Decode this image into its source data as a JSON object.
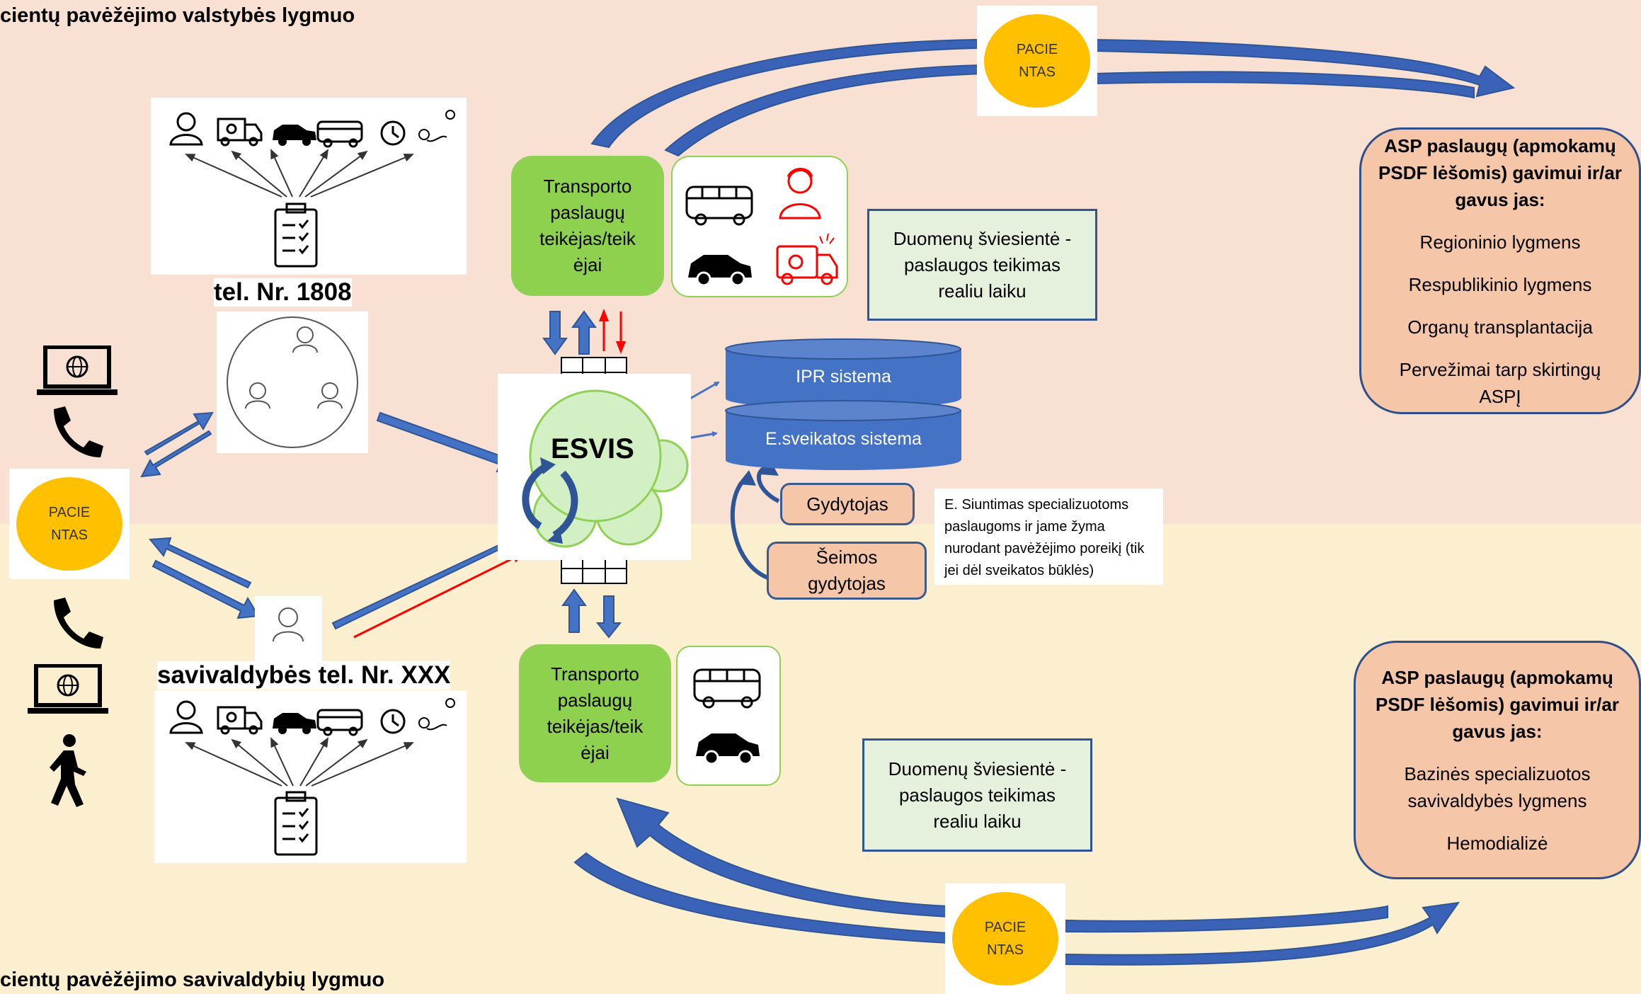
{
  "level_titles": {
    "state": "cientų pavėžėjimo valstybės lygmuo",
    "municipal": "cientų pavėžėjimo savivaldybių lygmuo"
  },
  "patient_label": "PACIE\nNTAS",
  "transport_provider": "Transporto paslaugų teikėjas/teik ėjai",
  "dashboard": "Duomenų šviesientė - paslaugos teikimas realiu laiku",
  "dashboard_top": "Duomenų šviesientė - paslaugos teikimas realiu laiku",
  "phone_state": "tel. Nr. 1808",
  "phone_municipal": "savivaldybės tel. Nr. XXX",
  "esvis": "ESVIS",
  "ipr": "IPR sistema",
  "esveikatos": "E.sveikatos sistema",
  "gydytojas": "Gydytojas",
  "seimos": "Šeimos gydytojas",
  "note": "E. Siuntimas  specializuotoms paslaugoms ir jame žyma nurodant pavėžėjimo poreikį (tik jei dėl sveikatos būklės)",
  "asp_state": {
    "heading": "ASP paslaugų (apmokamų PSDF lėšomis) gavimui ir/ar gavus jas:",
    "items": [
      "Regioninio lygmens",
      "Respublikinio lygmens",
      "Organų transplantacija",
      "Pervežimai tarp skirtingų ASPĮ"
    ]
  },
  "asp_municipal": {
    "heading": "ASP paslaugų (apmokamų PSDF lėšomis) gavimui ir/ar gavus jas:",
    "items": [
      "Bazinės specializuotos savivaldybės lygmens",
      "Hemodializė"
    ]
  },
  "colors": {
    "band_state": "#f8e0d2",
    "band_municipal": "#fcefd0",
    "arrow_blue": "#4472c4",
    "arrow_red": "#ff0000",
    "patient": "#ffc000",
    "provider": "#8dd14f",
    "db": "#4472c4",
    "esvis": "#d2f0c4"
  }
}
